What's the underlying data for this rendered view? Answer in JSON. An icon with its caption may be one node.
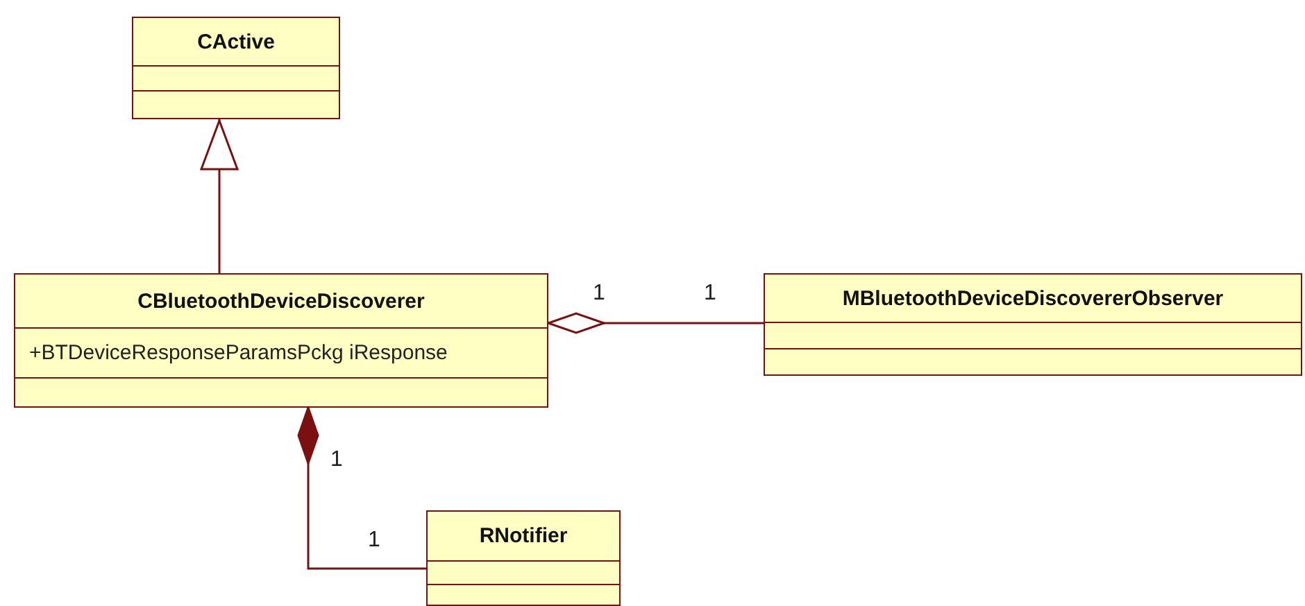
{
  "diagram": {
    "nodes": [
      {
        "text": [
          "CActive"
        ]
      },
      {
        "text": [
          "CBluetoothDeviceDiscoverer",
          "+BTDeviceResponseParamsPckg iResponse"
        ]
      },
      {
        "text": [
          "MBluetoothDeviceDiscovererObserver"
        ]
      },
      {
        "text": [
          "RNotifier"
        ]
      }
    ],
    "edges": [
      {
        "from": 1,
        "to": 0,
        "arrow": "to"
      },
      {
        "from": 1,
        "to": 2,
        "arrow": "other"
      },
      {
        "from": 1,
        "to": 3,
        "arrow": "other"
      }
    ],
    "labels": [
      "1",
      "1",
      "1",
      "1"
    ]
  }
}
